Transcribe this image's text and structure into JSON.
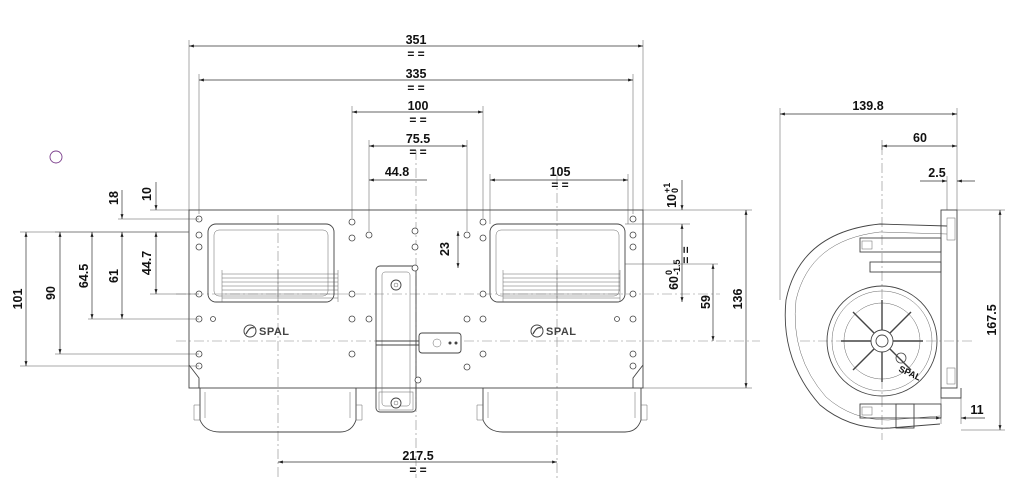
{
  "front_view": {
    "widths": {
      "overall": "351",
      "inner": "335",
      "mid": "100",
      "mid_small": "75.5",
      "left_offset": "44.8",
      "right_outlet": "105",
      "bottom": "217.5"
    },
    "equal_marks": "= =",
    "left_heights": {
      "h101": "101",
      "h90": "90",
      "h64_5": "64.5",
      "h61": "61",
      "h44_7": "44.7",
      "h18": "18",
      "h10": "10"
    },
    "inner_height": "23",
    "right_heights": {
      "tol_10": "10",
      "tol_10_sup": "+1",
      "tol_10_sub": "0",
      "tol_60": "60",
      "tol_60_sup": "0",
      "tol_60_sub": "-1.5",
      "h59": "59",
      "h136": "136"
    },
    "brand_left": "SPAL",
    "brand_right": "SPAL"
  },
  "side_view": {
    "depth": "139.8",
    "depth_60": "60",
    "depth_2_5": "2.5",
    "height": "167.5",
    "foot": "11",
    "rotor_label": "SPAL"
  },
  "colors": {
    "line": "#333333",
    "centerline": "#888888",
    "marker": "#7b3f8c"
  }
}
